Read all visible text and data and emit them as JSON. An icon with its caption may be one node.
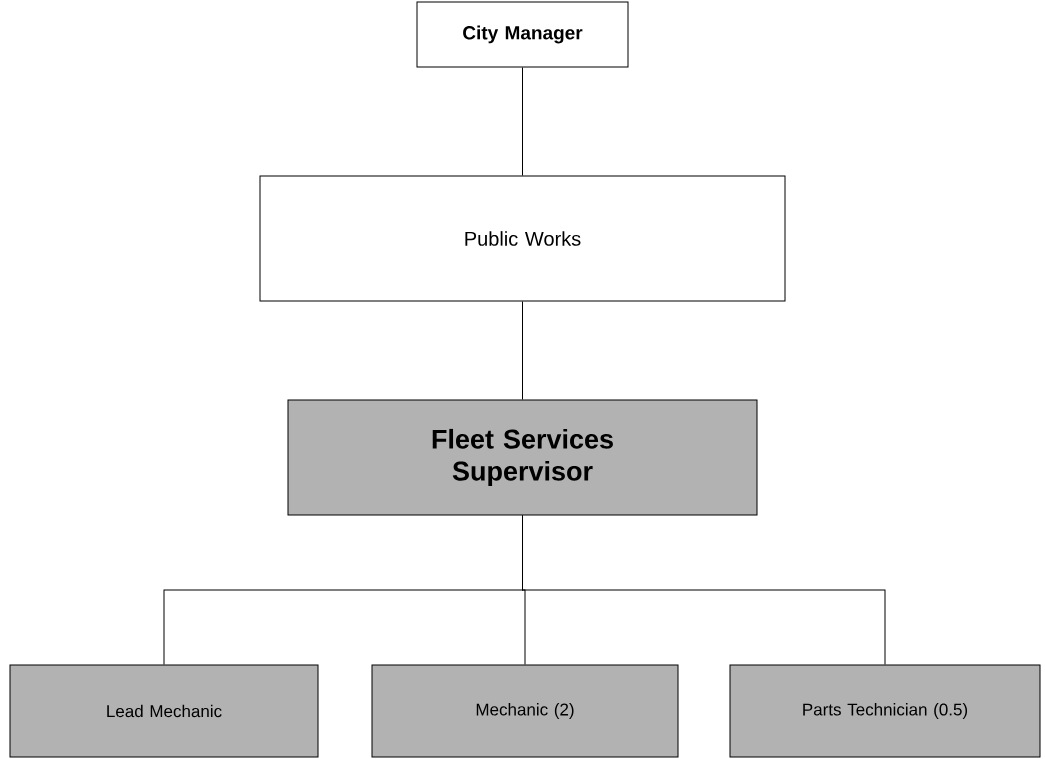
{
  "diagram": {
    "nodes": [
      {
        "text": [
          "City Manager"
        ]
      },
      {
        "text": [
          "Public Works"
        ]
      },
      {
        "text": [
          "Fleet Services Supervisor"
        ]
      },
      {
        "text": [
          "Lead Mechanic"
        ]
      },
      {
        "text": [
          "Mechanic (2)"
        ]
      },
      {
        "text": [
          "Parts Technician (0.5)"
        ]
      }
    ],
    "edges": [
      {
        "from": 0,
        "to": 1,
        "arrow": "none"
      },
      {
        "from": 1,
        "to": 2,
        "arrow": "none"
      },
      {
        "from": 2,
        "to": 3,
        "arrow": "none"
      },
      {
        "from": 2,
        "to": 4,
        "arrow": "none"
      },
      {
        "from": 2,
        "to": 5,
        "arrow": "none"
      }
    ]
  }
}
